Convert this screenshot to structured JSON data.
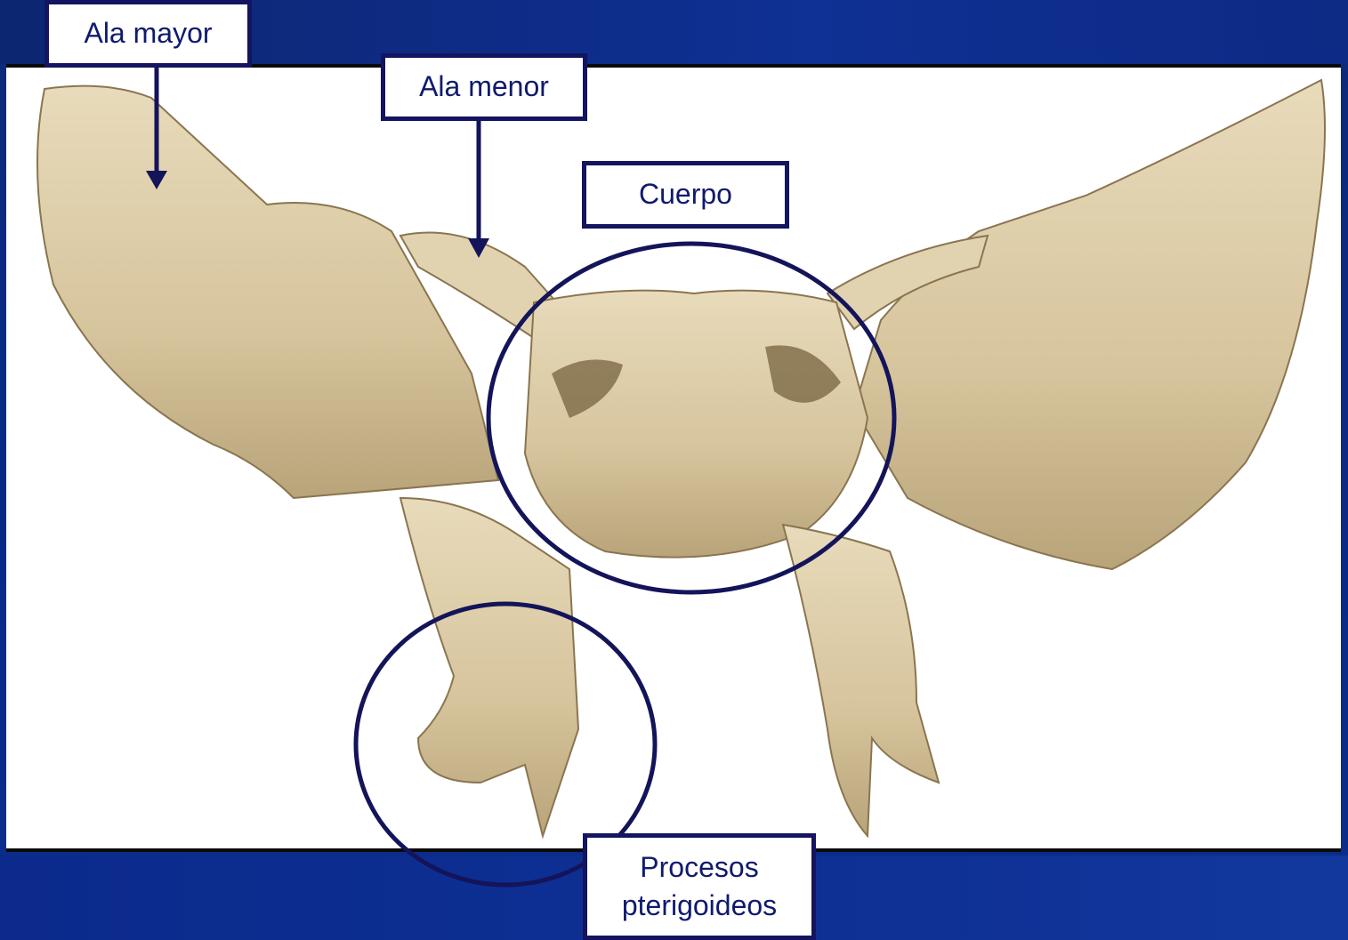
{
  "labels": {
    "ala_mayor": "Ala mayor",
    "ala_menor": "Ala menor",
    "cuerpo": "Cuerpo",
    "procesos_line1": "Procesos",
    "procesos_line2": "pterigoideos"
  },
  "colors": {
    "background_blue": "#0f3094",
    "label_border": "#141460",
    "label_text": "#0f1a6e",
    "annotation_stroke": "#14145a",
    "bone_fill": "#d9c7a0",
    "bone_shadow": "#a8936a"
  }
}
